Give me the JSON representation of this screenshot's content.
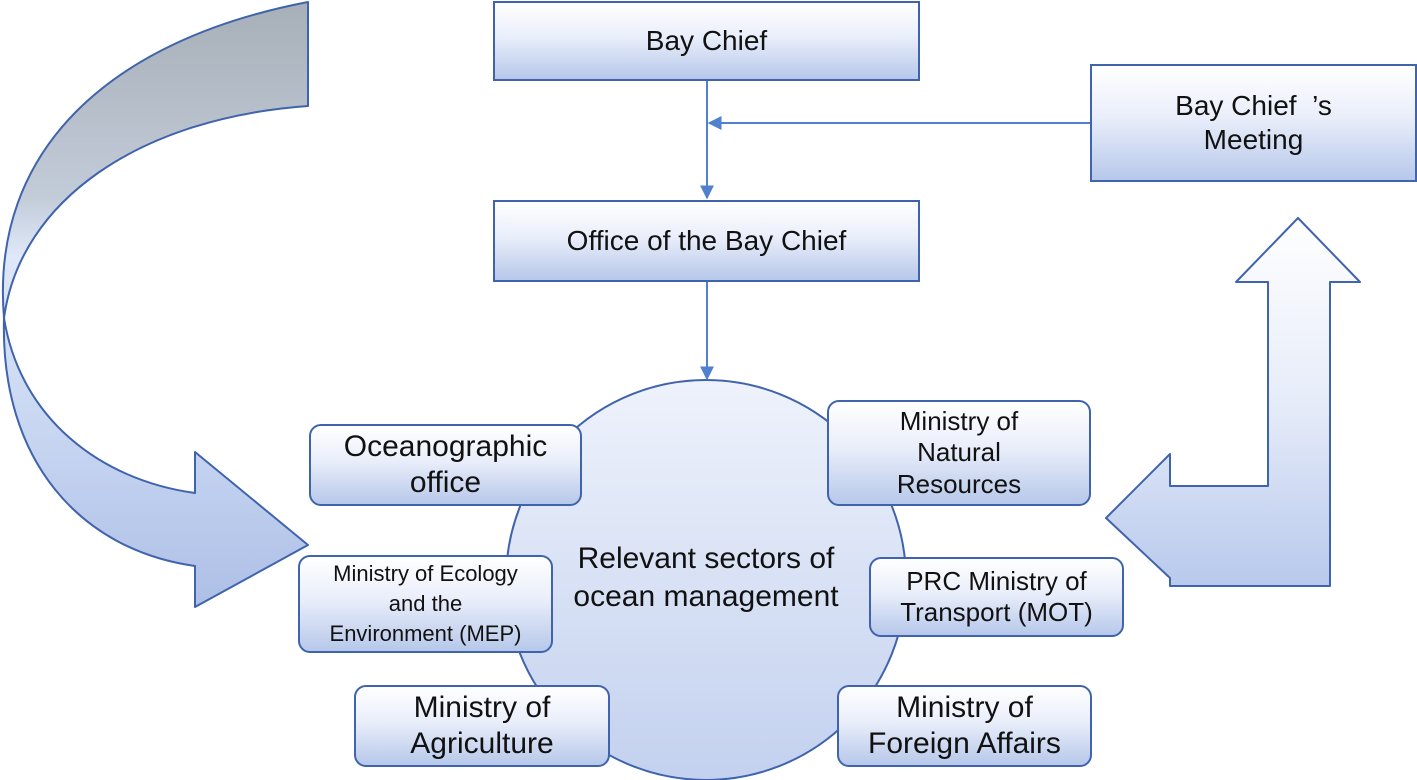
{
  "nodes": {
    "bay_chief": "Bay Chief",
    "bay_chief_meeting": "Bay Chief  ’s\nMeeting",
    "office_bay_chief": "Office of the Bay Chief",
    "center": "Relevant sectors of\nocean management",
    "oceanographic_office": "Oceanographic\noffice",
    "ministry_natural_resources": "Ministry of\nNatural\nResources",
    "ministry_ecology": "Ministry of Ecology\nand the\nEnvironment (MEP)",
    "prc_ministry_transport": "PRC Ministry of\nTransport (MOT)",
    "ministry_agriculture": "Ministry of\nAgriculture",
    "ministry_foreign_affairs": "Ministry of\nForeign Affairs"
  },
  "colors": {
    "border": "#3f63ac",
    "fill_light": "#ffffff",
    "fill_dark": "#b7c8ea",
    "curved_arrow_top": "#a7afb8",
    "connector": "#4f81d0"
  }
}
